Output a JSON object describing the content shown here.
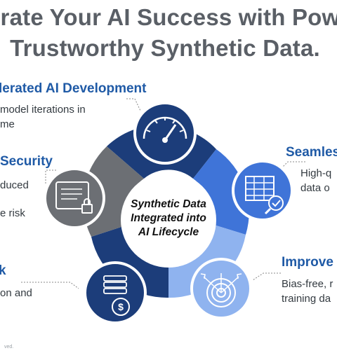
{
  "title": {
    "line1": "erate Your AI Success with Pow",
    "line2": "Trustworthy Synthetic Data."
  },
  "center": {
    "line1": "Synthetic Data",
    "line2": "Integrated into",
    "line3": "AI Lifecycle"
  },
  "segments": [
    {
      "title": "lerated AI Development",
      "desc1": "model iterations in",
      "desc2": "me",
      "icon": "speedometer-icon"
    },
    {
      "title": "Seamles",
      "desc1": "High-q",
      "desc2": "data o",
      "icon": "spreadsheet-check-icon"
    },
    {
      "title": "Improve",
      "desc1": "Bias-free, r",
      "desc2": "training da",
      "icon": "target-arrows-icon"
    },
    {
      "title": "k",
      "desc1": "on and",
      "desc2": "",
      "icon": "cost-stack-dollar-icon"
    },
    {
      "title": "Security",
      "desc1": "duced",
      "desc2": "e risk",
      "icon": "secure-document-lock-icon"
    }
  ],
  "footer": "ved.",
  "colors": {
    "title": "#5a5f66",
    "label": "#1f5aa6",
    "navy": "#1c3d7a",
    "blue": "#3f74d8",
    "light_blue": "#8fb3ef",
    "gray": "#6c6f74"
  }
}
